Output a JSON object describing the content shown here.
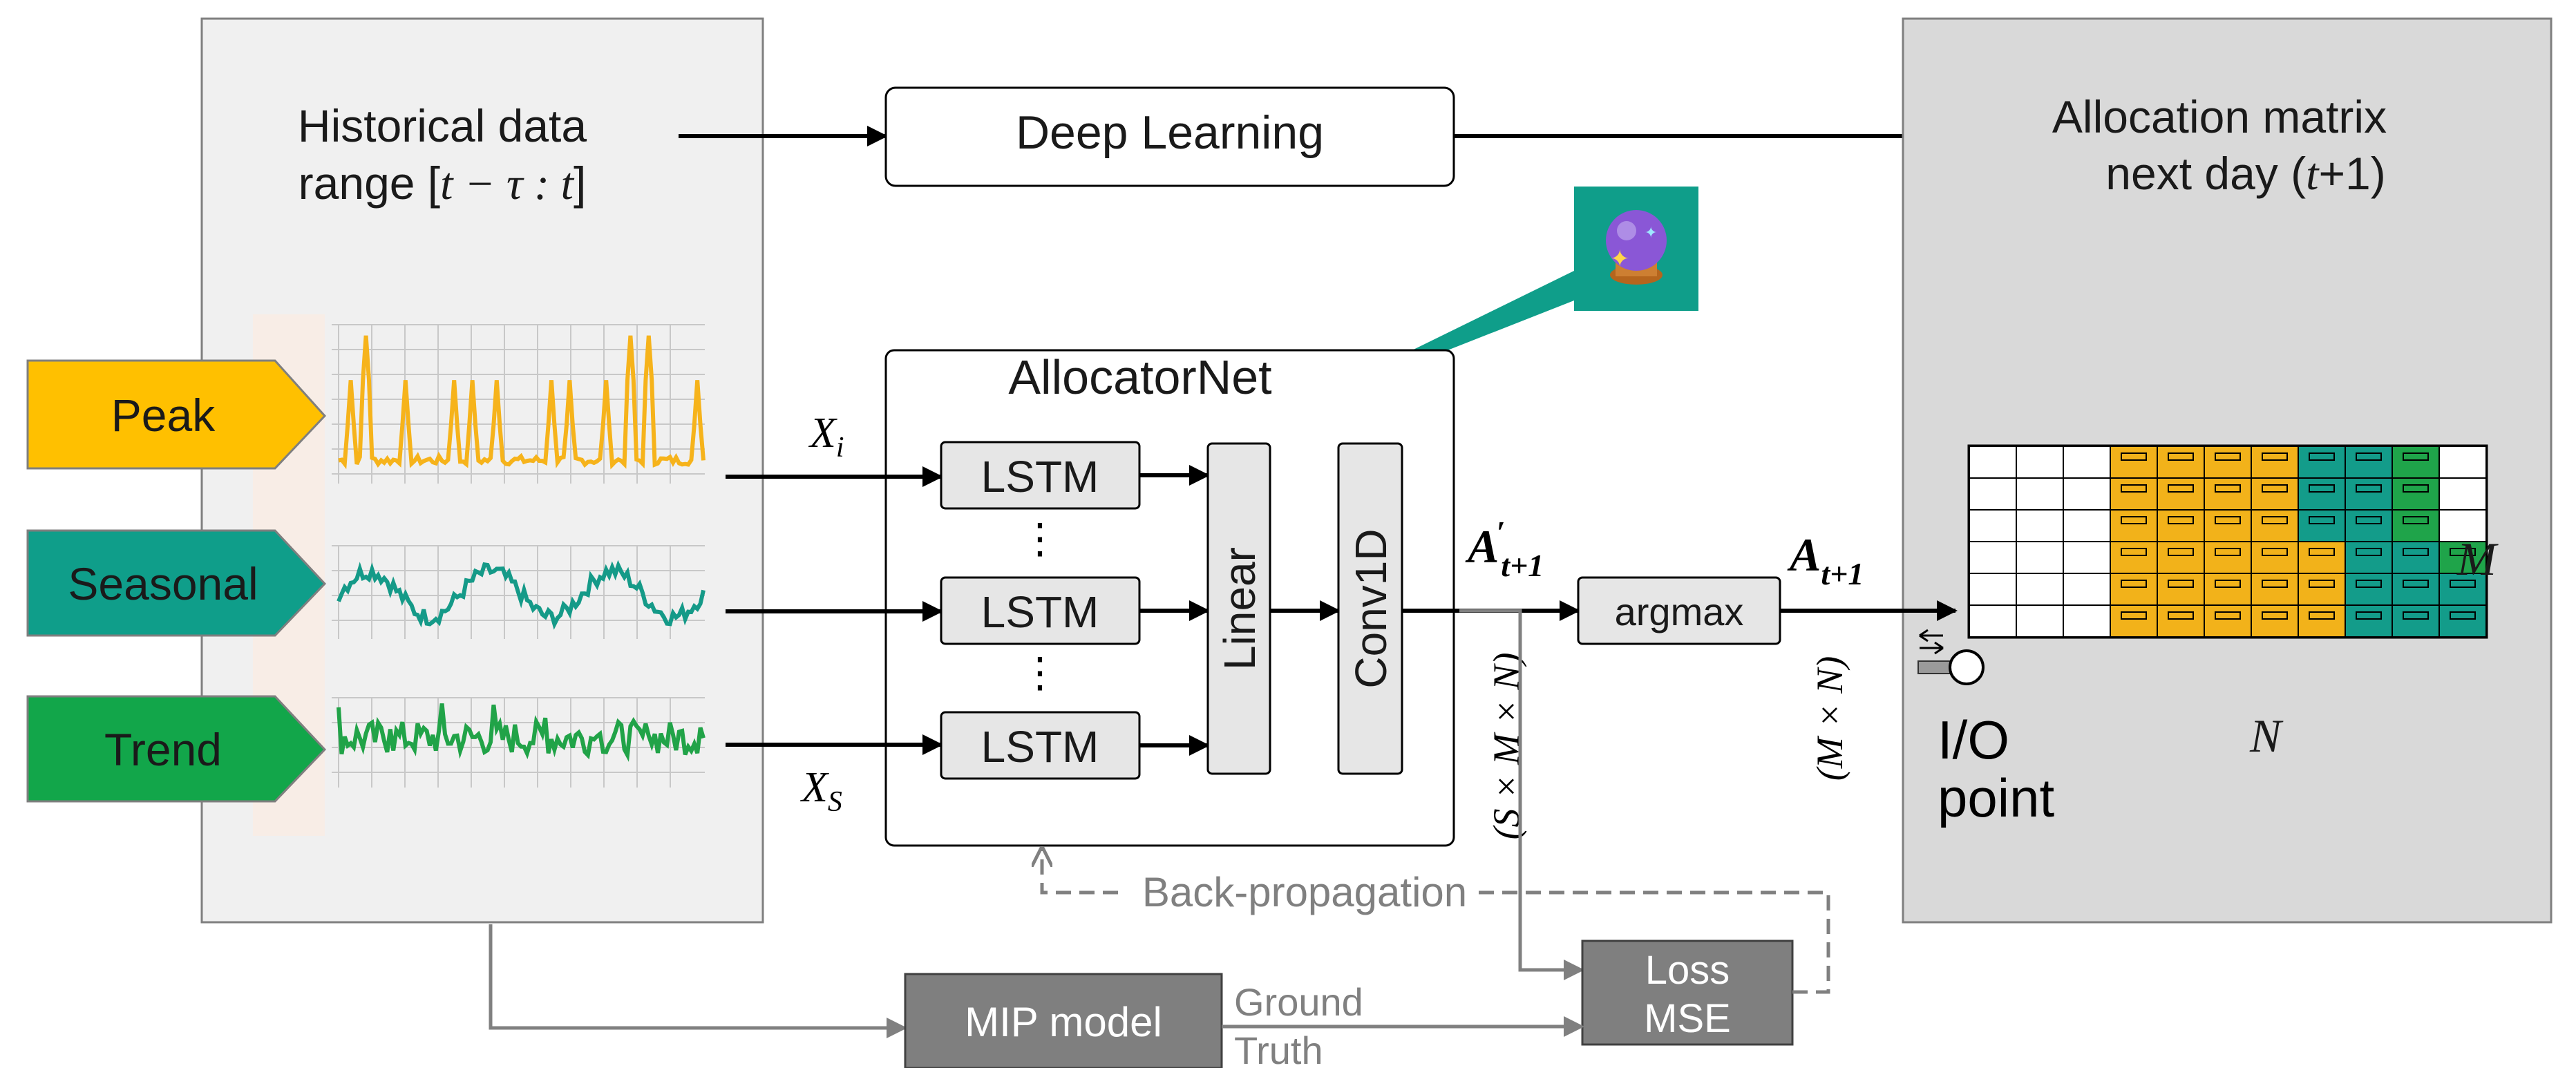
{
  "left_panel": {
    "title_line1": "Historical data",
    "title_line2_prefix": "range [",
    "title_line2_math": "t − τ : t",
    "title_line2_suffix": "]"
  },
  "components": [
    {
      "label": "Peak",
      "color": "#FFC000",
      "line_color": "#F6B31B"
    },
    {
      "label": "Seasonal",
      "color": "#0F9E8A",
      "line_color": "#159A88"
    },
    {
      "label": "Trend",
      "color": "#12A64A",
      "line_color": "#21A348"
    }
  ],
  "deep_learning": {
    "label": "Deep Learning"
  },
  "allocatornet": {
    "title": "AllocatorNet",
    "lstm_label": "LSTM",
    "ellipsis": "⋮",
    "linear_label": "Linear",
    "conv_label": "Conv1D",
    "input_first": "X",
    "input_first_sub": "i",
    "input_last": "X",
    "input_last_sub": "S"
  },
  "predicted": {
    "symbol": "A",
    "superscript": "′",
    "subscript": "t+1",
    "shape": "(S × M × N)"
  },
  "argmax": {
    "label": "argmax"
  },
  "output": {
    "symbol": "A",
    "subscript": "t+1",
    "shape": "(M × N)"
  },
  "right_panel": {
    "title_line1": "Allocation matrix",
    "title_line2_prefix": "next day (",
    "title_line2_math": "t",
    "title_line2_suffix": "+1)",
    "row_dim": "M",
    "col_dim": "N",
    "io_line1": "I/O",
    "io_line2": "point"
  },
  "backprop": {
    "label": "Back-propagation"
  },
  "mip": {
    "label": "MIP model"
  },
  "ground_truth": {
    "line1": "Ground",
    "line2": "Truth"
  },
  "loss": {
    "line1": "Loss",
    "line2": "MSE"
  },
  "colors": {
    "panel_fill": "#F0F0F0",
    "right_panel_fill": "#D9D9D9",
    "box_gray": "#E6E6E6",
    "dark_box": "#7F7F7F",
    "teal_icon_bg": "#0F9E8A",
    "dashed_gray": "#808080"
  },
  "icons": {
    "oracle": "crystal-ball-icon",
    "io": "io-point-icon"
  }
}
